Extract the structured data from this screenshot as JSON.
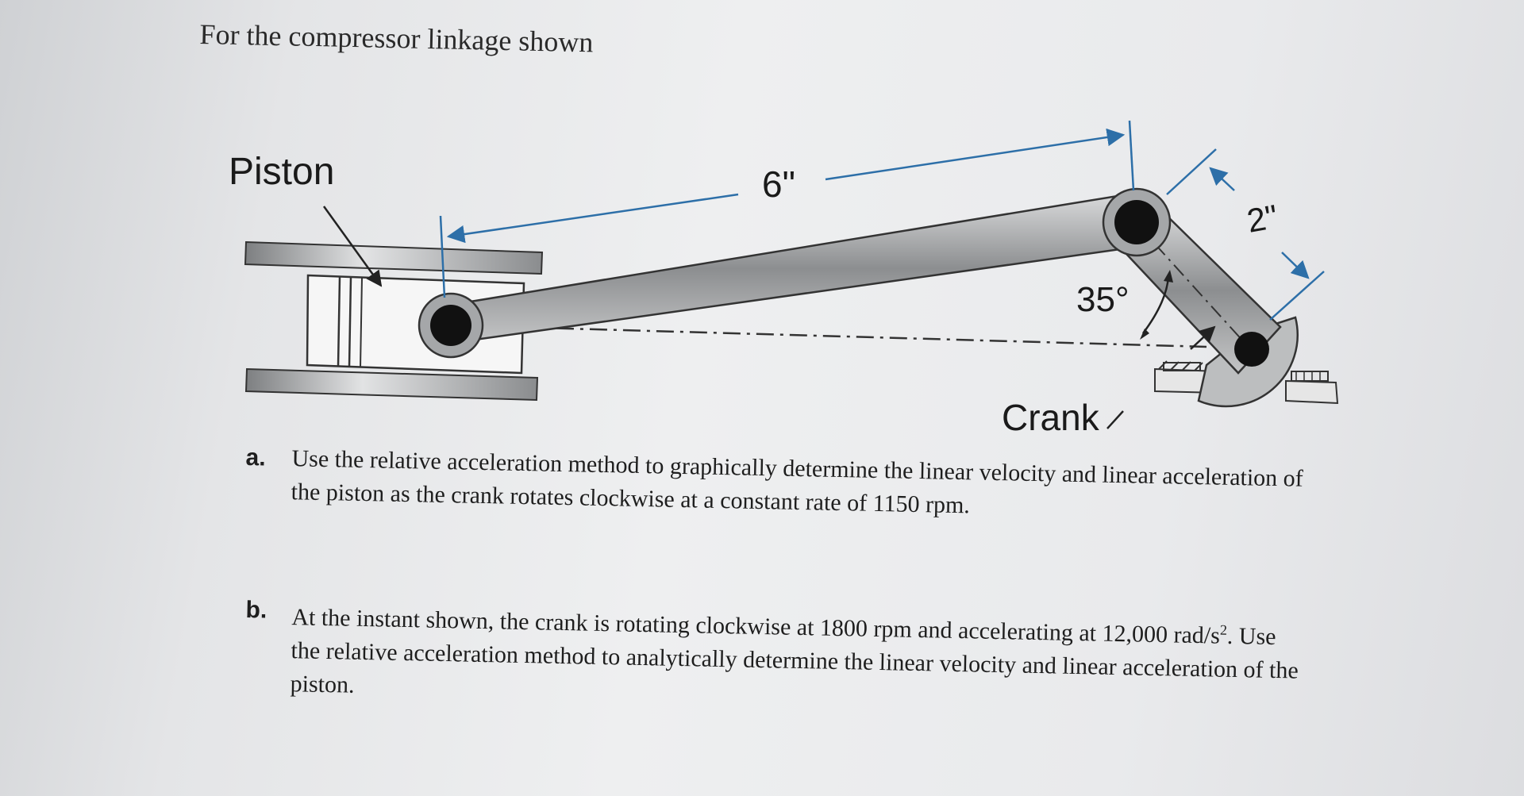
{
  "intro": "For the compressor linkage shown",
  "figure": {
    "piston_label": "Piston",
    "coupler_length": "6\"",
    "crank_length": "2\"",
    "crank_angle": "35°",
    "crank_label": "Crank"
  },
  "questions": [
    {
      "label": "a.",
      "text": "Use the relative acceleration method to graphically determine the linear velocity and linear acceleration of the piston as the crank rotates clockwise at a constant rate of 1150 rpm."
    },
    {
      "label": "b.",
      "text_pre": "At the instant shown, the crank is rotating clockwise at 1800 rpm and accelerating at 12,000 rad/s",
      "text_sup": "2",
      "text_post": ". Use the relative acceleration method to analytically determine the linear velocity and linear acceleration of the piston."
    }
  ],
  "colors": {
    "dimension_arrow": "#2d6fa8",
    "link": "#a9abad",
    "pin": "#111111"
  }
}
